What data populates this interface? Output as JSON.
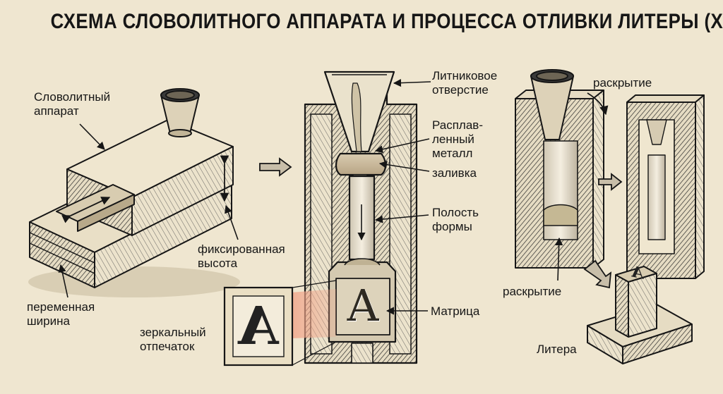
{
  "title": "СХЕМА СЛОВОЛИТНОГО АППАРАТА И ПРОЦЕССА ОТЛИВКИ ЛИТЕРЫ (XV в.)",
  "labels": {
    "apparatus": "Словолитный\nаппарат",
    "fixed_height": "фиксированная\nвысота",
    "variable_width": "переменная\nширина",
    "sprue": "Литниковое\nотверстие",
    "molten_metal": "Расплав-\nленный\nметалл",
    "pouring": "заливка",
    "cavity": "Полость\nформы",
    "matrix": "Матрица",
    "mirror_print": "зеркальный\nотпечаток",
    "opening_top": "раскрытие",
    "opening_bottom": "раскрытие",
    "type_piece": "Литера"
  },
  "letter": "A",
  "colors": {
    "background": "#efe6d0",
    "ink": "#161616",
    "metal": "#c8b79a",
    "highlight": "#f0a58a"
  }
}
